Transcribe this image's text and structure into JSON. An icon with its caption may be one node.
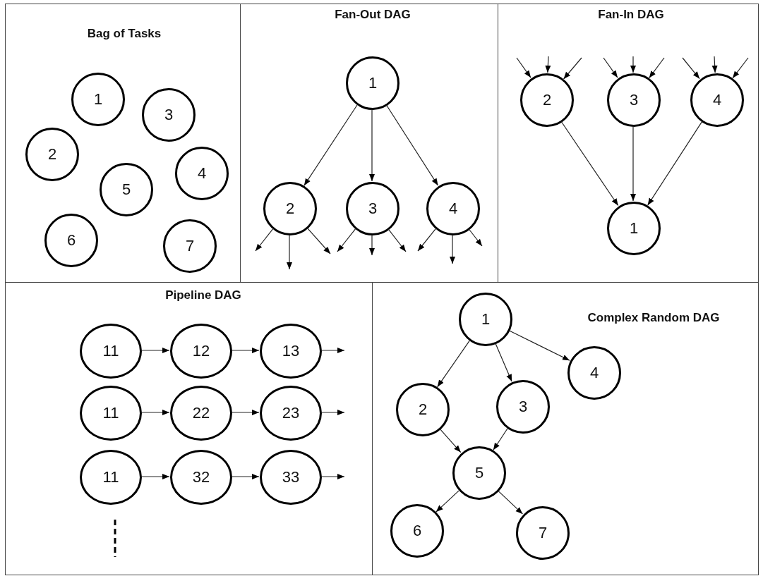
{
  "diagram": {
    "nodes": [
      {
        "text": [
          "Bag of Tasks"
        ]
      },
      {
        "text": [
          "1"
        ],
        "in": 0
      },
      {
        "text": [
          "3"
        ],
        "in": 0
      },
      {
        "text": [
          "2"
        ],
        "in": 0
      },
      {
        "text": [
          "4"
        ],
        "in": 0
      },
      {
        "text": [
          "5"
        ],
        "in": 0
      },
      {
        "text": [
          "6"
        ],
        "in": 0
      },
      {
        "text": [
          "7"
        ],
        "in": 0
      },
      {
        "text": [
          "Fan-Out DAG"
        ]
      },
      {
        "text": [
          "1"
        ],
        "in": 8
      },
      {
        "text": [
          "2"
        ],
        "in": 8
      },
      {
        "text": [
          "3"
        ],
        "in": 8
      },
      {
        "text": [
          "4"
        ],
        "in": 8
      },
      {
        "text": [
          "Fan-In DAG"
        ]
      },
      {
        "text": [
          "2"
        ],
        "in": 13
      },
      {
        "text": [
          "3"
        ],
        "in": 13
      },
      {
        "text": [
          "4"
        ],
        "in": 13
      },
      {
        "text": [
          "1"
        ],
        "in": 13
      },
      {
        "text": [
          "Pipeline DAG"
        ]
      },
      {
        "text": [
          "11"
        ],
        "in": 18
      },
      {
        "text": [
          "12"
        ],
        "in": 18
      },
      {
        "text": [
          "13"
        ],
        "in": 18
      },
      {
        "text": [
          "11"
        ],
        "in": 18
      },
      {
        "text": [
          "22"
        ],
        "in": 18
      },
      {
        "text": [
          "23"
        ],
        "in": 18
      },
      {
        "text": [
          "11"
        ],
        "in": 18
      },
      {
        "text": [
          "32"
        ],
        "in": 18
      },
      {
        "text": [
          "33"
        ],
        "in": 18
      },
      {
        "text": [
          "Complex Random DAG"
        ]
      },
      {
        "text": [
          "1"
        ],
        "in": 28
      },
      {
        "text": [
          "4"
        ],
        "in": 28
      },
      {
        "text": [
          "2"
        ],
        "in": 28
      },
      {
        "text": [
          "3"
        ],
        "in": 28
      },
      {
        "text": [
          "5"
        ],
        "in": 28
      },
      {
        "text": [
          "6"
        ],
        "in": 28
      },
      {
        "text": [
          "7"
        ],
        "in": 28
      }
    ],
    "edges": [
      {
        "from": 9,
        "to": 10,
        "arrow": "to"
      },
      {
        "from": 9,
        "to": 11,
        "arrow": "to"
      },
      {
        "from": 9,
        "to": 12,
        "arrow": "to"
      },
      {
        "from": 10,
        "to": null,
        "arrow": "to"
      },
      {
        "from": 10,
        "to": null,
        "arrow": "to"
      },
      {
        "from": 10,
        "to": null,
        "arrow": "to"
      },
      {
        "from": 11,
        "to": null,
        "arrow": "to"
      },
      {
        "from": 11,
        "to": null,
        "arrow": "to"
      },
      {
        "from": 11,
        "to": null,
        "arrow": "to"
      },
      {
        "from": 12,
        "to": null,
        "arrow": "to"
      },
      {
        "from": 12,
        "to": null,
        "arrow": "to"
      },
      {
        "from": 12,
        "to": null,
        "arrow": "to"
      },
      {
        "from": null,
        "to": 14,
        "arrow": "to"
      },
      {
        "from": null,
        "to": 14,
        "arrow": "to"
      },
      {
        "from": null,
        "to": 14,
        "arrow": "to"
      },
      {
        "from": null,
        "to": 15,
        "arrow": "to"
      },
      {
        "from": null,
        "to": 15,
        "arrow": "to"
      },
      {
        "from": null,
        "to": 15,
        "arrow": "to"
      },
      {
        "from": null,
        "to": 16,
        "arrow": "to"
      },
      {
        "from": null,
        "to": 16,
        "arrow": "to"
      },
      {
        "from": null,
        "to": 16,
        "arrow": "to"
      },
      {
        "from": 14,
        "to": 17,
        "arrow": "to"
      },
      {
        "from": 15,
        "to": 17,
        "arrow": "to"
      },
      {
        "from": 16,
        "to": 17,
        "arrow": "to"
      },
      {
        "from": 19,
        "to": 20,
        "arrow": "to"
      },
      {
        "from": 20,
        "to": 21,
        "arrow": "to"
      },
      {
        "from": 21,
        "to": null,
        "arrow": "to"
      },
      {
        "from": 22,
        "to": 23,
        "arrow": "to"
      },
      {
        "from": 23,
        "to": 24,
        "arrow": "to"
      },
      {
        "from": 24,
        "to": null,
        "arrow": "to"
      },
      {
        "from": 25,
        "to": 26,
        "arrow": "to"
      },
      {
        "from": 26,
        "to": 27,
        "arrow": "to"
      },
      {
        "from": 27,
        "to": null,
        "arrow": "to"
      },
      {
        "from": 29,
        "to": 31,
        "arrow": "to"
      },
      {
        "from": 29,
        "to": 32,
        "arrow": "to"
      },
      {
        "from": 29,
        "to": 30,
        "arrow": "to"
      },
      {
        "from": 31,
        "to": 33,
        "arrow": "to"
      },
      {
        "from": 32,
        "to": 33,
        "arrow": "to"
      },
      {
        "from": 33,
        "to": 34,
        "arrow": "to"
      },
      {
        "from": 33,
        "to": 35,
        "arrow": "to"
      }
    ]
  }
}
